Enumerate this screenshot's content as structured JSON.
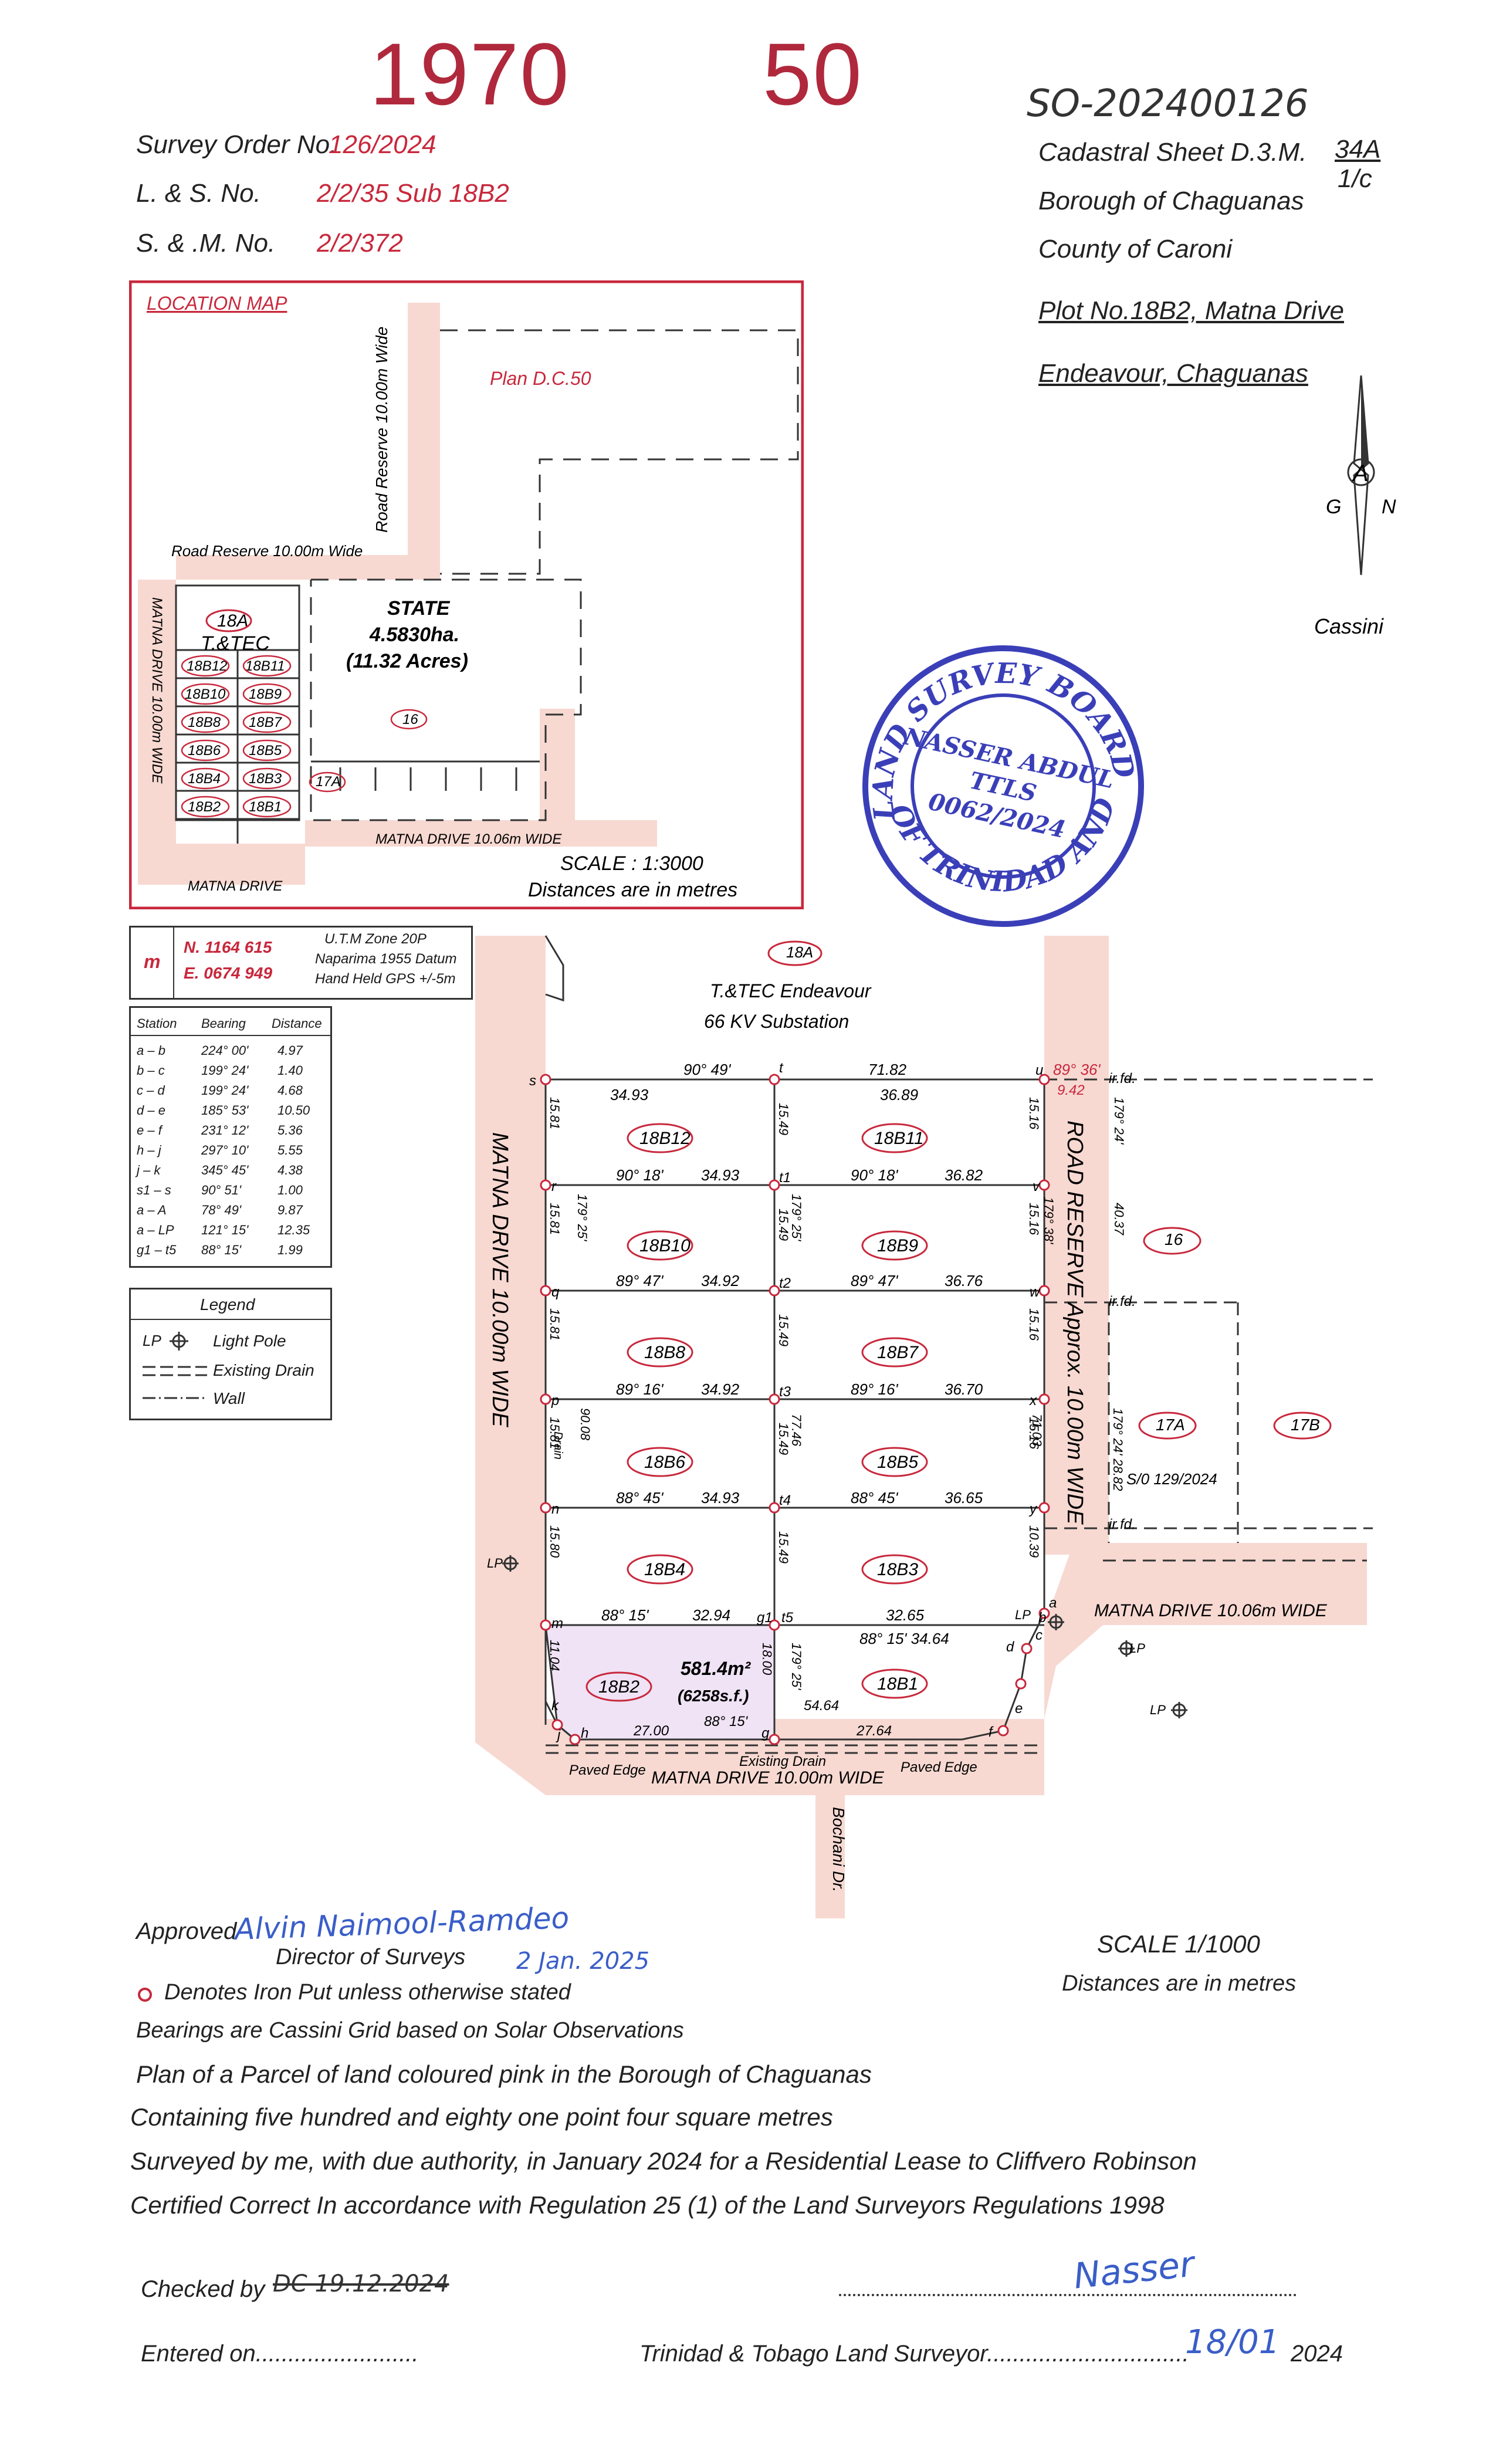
{
  "file_numbers": {
    "left": "1970",
    "right": "50",
    "handwritten": "SO-202400126"
  },
  "header_left": {
    "survey_order_label": "Survey   Order  No.",
    "survey_order_value": "126/2024",
    "ls_label": "L. & S. No.",
    "ls_value": "2/2/35 Sub 18B2",
    "sm_label": "S. & .M. No.",
    "sm_value": "2/2/372"
  },
  "header_right": {
    "cadastral": "Cadastral Sheet D.3.M.",
    "sheet_num": "34A",
    "sheet_sub": "1/c",
    "borough": "Borough of Chaguanas",
    "county": "County of Caroni",
    "plot": "Plot No.18B2, Matna Drive",
    "place": "Endeavour, Chaguanas"
  },
  "north": {
    "g": "G",
    "n": "N",
    "cassini": "Cassini"
  },
  "location_map": {
    "title": "LOCATION  MAP",
    "plan": "Plan D.C.50",
    "road_reserve_v": "Road Reserve 10.00m Wide",
    "road_reserve_h": "Road Reserve 10.00m Wide",
    "state": "STATE",
    "area_ha": "4.5830ha.",
    "area_ac": "(11.32 Acres)",
    "lot16": "16",
    "lot18a": "18A",
    "tandtec": "T.&TEC",
    "lots": [
      "18B12",
      "18B11",
      "18B10",
      "18B9",
      "18B8",
      "18B7",
      "18B6",
      "18B5",
      "18B4",
      "18B3",
      "18B2",
      "18B1"
    ],
    "lot17a": "17A",
    "matna_v": "MATNA DRIVE 10.00m WIDE",
    "matna_h": "MATNA DRIVE 10.06m WIDE",
    "matna_bottom": "MATNA DRIVE",
    "scale": "SCALE  :  1:3000",
    "distances": "Distances are in metres"
  },
  "utm": {
    "m": "m",
    "n": "N. 1164 615",
    "e": "E. 0674 949",
    "zone": "U.T.M Zone 20P",
    "datum": "Naparima 1955 Datum",
    "gps": "Hand Held GPS +/-5m"
  },
  "traverse": {
    "headers": [
      "Station",
      "Bearing",
      "Distance"
    ],
    "rows": [
      [
        "a – b",
        "224° 00'",
        "4.97"
      ],
      [
        "b – c",
        "199° 24'",
        "1.40"
      ],
      [
        "c – d",
        "199° 24'",
        "4.68"
      ],
      [
        "d – e",
        "185° 53'",
        "10.50"
      ],
      [
        "e – f",
        "231° 12'",
        "5.36"
      ],
      [
        "h – j",
        "297° 10'",
        "5.55"
      ],
      [
        "j – k",
        "345° 45'",
        "4.38"
      ],
      [
        "s1 – s",
        "90° 51'",
        "1.00"
      ],
      [
        "a – A",
        "78° 49'",
        "9.87"
      ],
      [
        "a – LP",
        "121° 15'",
        "12.35"
      ],
      [
        "g1 – t5",
        "88° 15'",
        "1.99"
      ]
    ]
  },
  "legend": {
    "title": "Legend",
    "items": [
      "Light Pole",
      "Existing Drain",
      "Wall"
    ],
    "lp": "LP"
  },
  "plan": {
    "lot18a": "18A",
    "tandtec": "T.&TEC Endeavour",
    "substation": "66 KV Substation",
    "matna_left": "MATNA    DRIVE    10.00m    WIDE",
    "road_reserve": "ROAD   RESERVE   Approx.   10.00m   WIDE",
    "matna_right": "MATNA DRIVE 10.06m WIDE",
    "matna_bottom": "MATNA   DRIVE  10.00m  WIDE",
    "bochani": "Bochani Dr.",
    "paved_edge": "Paved Edge",
    "existing_drain": "Existing Drain",
    "drain": "Drain",
    "lot16": "16",
    "lot17a": "17A",
    "lot17b": "17B",
    "so": "S/0 129/2024",
    "irfd": "ir.fd.",
    "lp": "LP",
    "area_m2": "581.4m²",
    "area_sf": "(6258s.f.)",
    "lots_left": [
      "18B12",
      "18B10",
      "18B8",
      "18B6",
      "18B4",
      "18B2"
    ],
    "lots_right": [
      "18B11",
      "18B9",
      "18B7",
      "18B5",
      "18B3",
      "18B1"
    ],
    "bearings_top": "90° 49'",
    "dist_top_l": "34.93",
    "dist_top_r": "71.82",
    "dist_top_r2": "36.89",
    "bearing_u": "89° 36'",
    "dist_u": "9.42",
    "row_bearings": [
      "90° 18'",
      "89° 47'",
      "89° 16'",
      "88° 45'",
      "88° 15'"
    ],
    "row_dists_l": [
      "34.93",
      "34.92",
      "34.92",
      "34.93",
      "32.94"
    ],
    "row_dists_r": [
      "36.82",
      "36.76",
      "36.70",
      "36.65",
      "32.65"
    ],
    "left_sides": [
      "15.81",
      "15.81",
      "15.81",
      "15.81",
      "15.80",
      "11.04"
    ],
    "mid_sides": [
      "15.49",
      "15.49",
      "15.49",
      "15.49",
      "15.49",
      "18.00"
    ],
    "right_sides": [
      "15.16",
      "15.16",
      "15.16",
      "15.16",
      "10.39"
    ],
    "bearing_left": "179° 25'",
    "bearing_mid": "179° 25'",
    "bearing_right": "179° 38'",
    "d9008": "90.08",
    "d7746": "77.46",
    "d7103": "71.03",
    "d4037": "40.37",
    "d2882": "179° 24' 28.82",
    "b179_24": "179°   24'",
    "bot_dist1": "27.00",
    "bot_dist2": "27.64",
    "bot_dist3": "54.64",
    "row6_b": "88° 15' 34.64",
    "bot_bearing": "88°  15'",
    "pts_left": [
      "s",
      "r",
      "q",
      "p",
      "n",
      "m",
      "k",
      "j",
      "h"
    ],
    "pts_mid": [
      "t",
      "t1",
      "t2",
      "t3",
      "t4",
      "t5",
      "g",
      "g1"
    ],
    "pts_right": [
      "u",
      "v",
      "w",
      "x",
      "y",
      "a",
      "b",
      "c",
      "d",
      "e",
      "f"
    ]
  },
  "stamp": {
    "top": "LAND SURVEY BOARD",
    "bottom": "OF TRINIDAD AND TOBAGO",
    "name": "NASSER ABDUL",
    "title": "TTLS",
    "number": "0062/2024"
  },
  "footer": {
    "approved": "Approved",
    "director": "Director of Surveys",
    "sig_date": "2 Jan. 2025",
    "iron": "Denotes Iron Put unless otherwise stated",
    "bearings": "Bearings are Cassini Grid based on Solar Observations",
    "scale": "SCALE  1/1000",
    "distances": "Distances are in metres",
    "line1": "Plan of a Parcel of land coloured pink in the Borough of Chaguanas",
    "line2": "Containing five hundred and eighty one point four square metres",
    "line3": "Surveyed by me, with due authority, in January 2024 for a Residential Lease to Cliffvero Robinson",
    "line4": "Certified Correct In accordance with Regulation 25 (1) of the Land Surveyors Regulations 1998",
    "checked": "Checked by",
    "checked_sig": "DC 19.12.2024",
    "entered": "Entered on.........................",
    "surveyor": "Trinidad & Tobago Land Surveyor...............................",
    "year": "2024",
    "surveyor_date": "18/01"
  },
  "colors": {
    "pink": "#f7d9d2",
    "lilac": "#efe3f5",
    "red": "#c8283c",
    "stamp": "#3a3fb8"
  }
}
